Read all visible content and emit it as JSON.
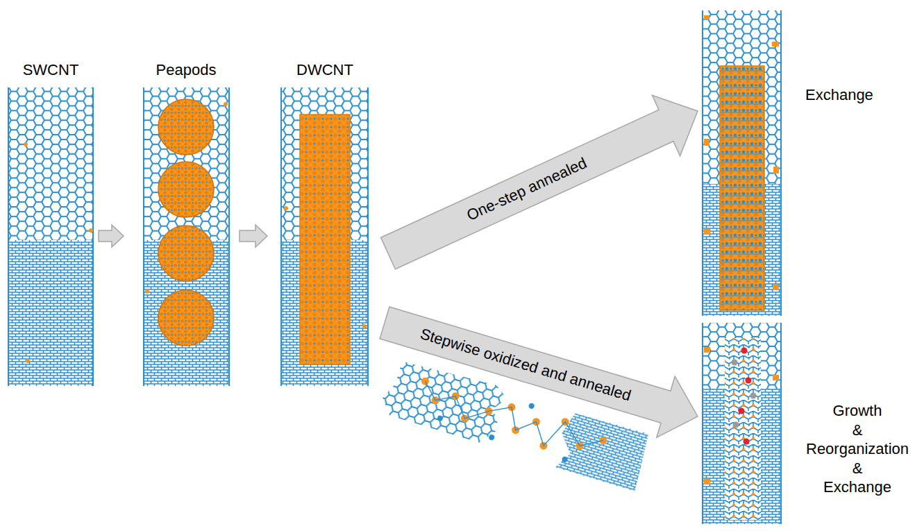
{
  "diagram": {
    "nodes": [
      {
        "text": [
          "SWCNT"
        ]
      },
      {
        "text": [
          "Peapods"
        ]
      },
      {
        "text": [
          "DWCNT"
        ]
      },
      {
        "text": [
          "Exchange"
        ]
      },
      {
        "text": [
          "Growth & Reorganization & Exchange"
        ]
      }
    ],
    "edges": [
      {
        "from": 0,
        "to": 1,
        "arrow": "to"
      },
      {
        "from": 1,
        "to": 2,
        "arrow": "to"
      },
      {
        "from": 2,
        "to": 3,
        "arrow": "to",
        "label": "One-step annealed"
      },
      {
        "from": 2,
        "to": 4,
        "arrow": "to",
        "label": "Stepwise oxidized and annealed"
      }
    ]
  }
}
